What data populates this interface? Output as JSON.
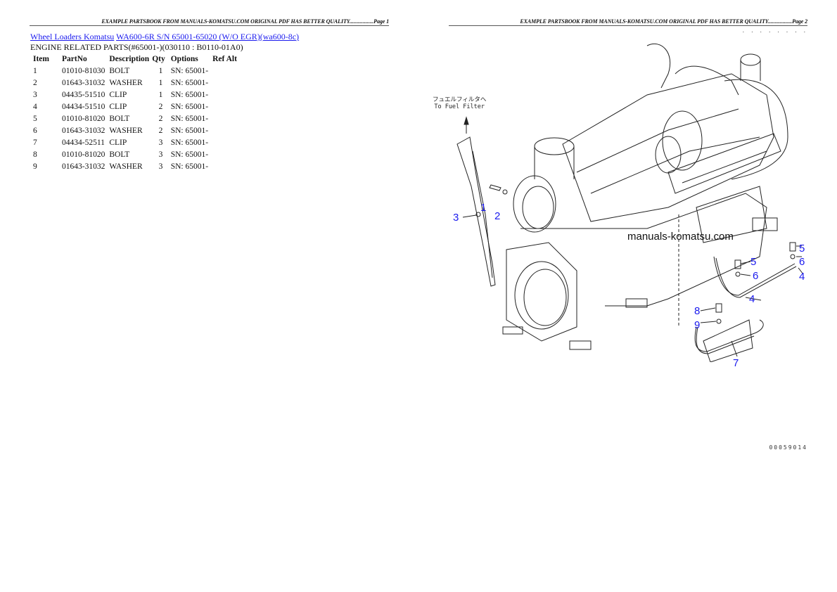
{
  "page1": {
    "header": "EXAMPLE PARTSBOOK FROM MANUALS-KOMATSU.COM ORIGINAL PDF HAS BETTER QUALITY..................Page 1",
    "breadcrumb": {
      "link1": "Wheel Loaders Komatsu",
      "link2": "WA600-6R S/N 65001-65020 (W/O EGR)(wa600-8c)"
    },
    "subtitle": "ENGINE RELATED PARTS(#65001-)(030110 : B0110-01A0)",
    "table": {
      "headers": [
        "Item",
        "PartNo",
        "Description",
        "Qty",
        "Options",
        "Ref Alt"
      ],
      "rows": [
        {
          "item": "1",
          "part_no": "01010-81030",
          "description": "BOLT",
          "qty": "1",
          "options": "SN: 65001-",
          "ref_alt": ""
        },
        {
          "item": "2",
          "part_no": "01643-31032",
          "description": "WASHER",
          "qty": "1",
          "options": "SN: 65001-",
          "ref_alt": ""
        },
        {
          "item": "3",
          "part_no": "04435-51510",
          "description": "CLIP",
          "qty": "1",
          "options": "SN: 65001-",
          "ref_alt": ""
        },
        {
          "item": "4",
          "part_no": "04434-51510",
          "description": "CLIP",
          "qty": "2",
          "options": "SN: 65001-",
          "ref_alt": ""
        },
        {
          "item": "5",
          "part_no": "01010-81020",
          "description": "BOLT",
          "qty": "2",
          "options": "SN: 65001-",
          "ref_alt": ""
        },
        {
          "item": "6",
          "part_no": "01643-31032",
          "description": "WASHER",
          "qty": "2",
          "options": "SN: 65001-",
          "ref_alt": ""
        },
        {
          "item": "7",
          "part_no": "04434-52511",
          "description": "CLIP",
          "qty": "3",
          "options": "SN: 65001-",
          "ref_alt": ""
        },
        {
          "item": "8",
          "part_no": "01010-81020",
          "description": "BOLT",
          "qty": "3",
          "options": "SN: 65001-",
          "ref_alt": ""
        },
        {
          "item": "9",
          "part_no": "01643-31032",
          "description": "WASHER",
          "qty": "3",
          "options": "SN: 65001-",
          "ref_alt": ""
        }
      ]
    }
  },
  "page2": {
    "header": "EXAMPLE PARTSBOOK FROM MANUALS-KOMATSU.COM ORIGINAL PDF HAS BETTER QUALITY..................Page 2",
    "corner_dots": "· · · · · · · ·",
    "fuel_label_jp": "フュエルフィルタへ",
    "fuel_label_en": "To Fuel Filter",
    "watermark": "manuals-komatsu.com",
    "doc_number": "00059014",
    "callouts": [
      "1",
      "2",
      "3",
      "4",
      "4",
      "5",
      "5",
      "6",
      "6",
      "7",
      "8",
      "9"
    ],
    "colors": {
      "callout": "#1a1aee",
      "link": "#1a1aee"
    }
  }
}
